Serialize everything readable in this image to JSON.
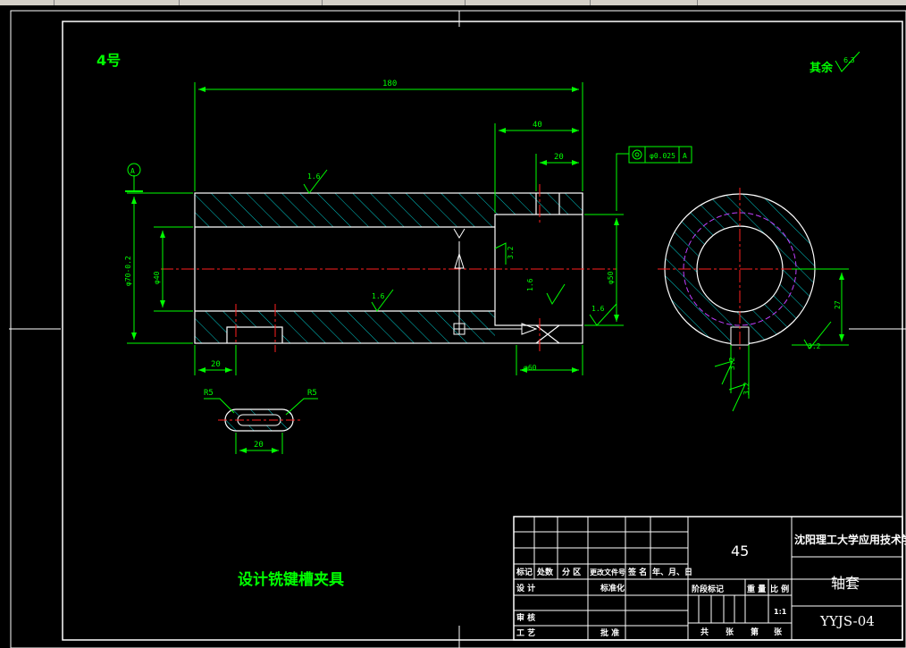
{
  "sheet": {
    "number_label": "4号",
    "general_roughness_label": "其余",
    "general_roughness_value": "6.3",
    "caption": "设计铣键槽夹具"
  },
  "dims": {
    "overall_length": "180",
    "step_length": "40",
    "step_inner": "20",
    "outer_dia": "φ70-0.2",
    "bore_dia": "φ40",
    "step_dia": "φ50",
    "step_bore": "φ60",
    "slot_pos": "20",
    "slot_len": "20",
    "slot_r_left": "R5",
    "slot_r_right": "R5",
    "side_dim": "27",
    "datum_label": "A",
    "concentricity": "φ0.025",
    "concentricity_datum": "A",
    "rough_1": "1.6",
    "rough_2": "1.6",
    "rough_3": "1.6",
    "rough_4": "1.6",
    "rough_5": "3.2",
    "rough_6": "3.2",
    "rough_7": "3.2",
    "rough_8": "3.2"
  },
  "title_block": {
    "material": "45",
    "institution": "沈阳理工大学应用技术学院",
    "part_name": "轴套",
    "drawing_no": "YYJS-04",
    "scale": "1:1",
    "header_cells": [
      "标记",
      "处数",
      "分 区",
      "更改文件号",
      "签 名",
      "年、月、日"
    ],
    "row_design": "设 计",
    "row_standard": "标准化",
    "row_review": "审 核",
    "row_process": "工 艺",
    "row_approve": "批 准",
    "stage_label": "阶段标记",
    "weight_label": "重 量",
    "ratio_label": "比 例",
    "sheets_total": "共",
    "sheets_word": "张",
    "sheets_no": "第",
    "sheets_word2": "张"
  }
}
